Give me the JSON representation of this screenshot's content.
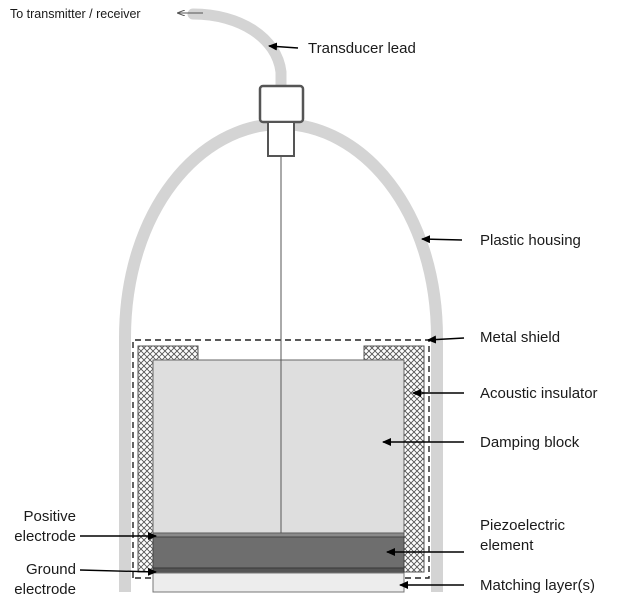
{
  "labels": {
    "to_transmitter": "To transmitter / receiver",
    "transducer_lead": "Transducer lead",
    "plastic_housing": "Plastic housing",
    "metal_shield": "Metal shield",
    "acoustic_insulator": "Acoustic insulator",
    "damping_block": "Damping block",
    "positive_electrode_line1": "Positive",
    "positive_electrode_line2": "electrode",
    "ground_electrode_line1": "Ground",
    "ground_electrode_line2": "electrode",
    "piezo_line1": "Piezoelectric",
    "piezo_line2": "element",
    "matching_layer": "Matching layer(s)"
  },
  "colors": {
    "housing": "#d4d4d4",
    "damping_block": "#dedede",
    "piezo": "#6e6e6e",
    "matching_layer": "#ededed",
    "outline": "#555555",
    "arrow": "#000000"
  }
}
